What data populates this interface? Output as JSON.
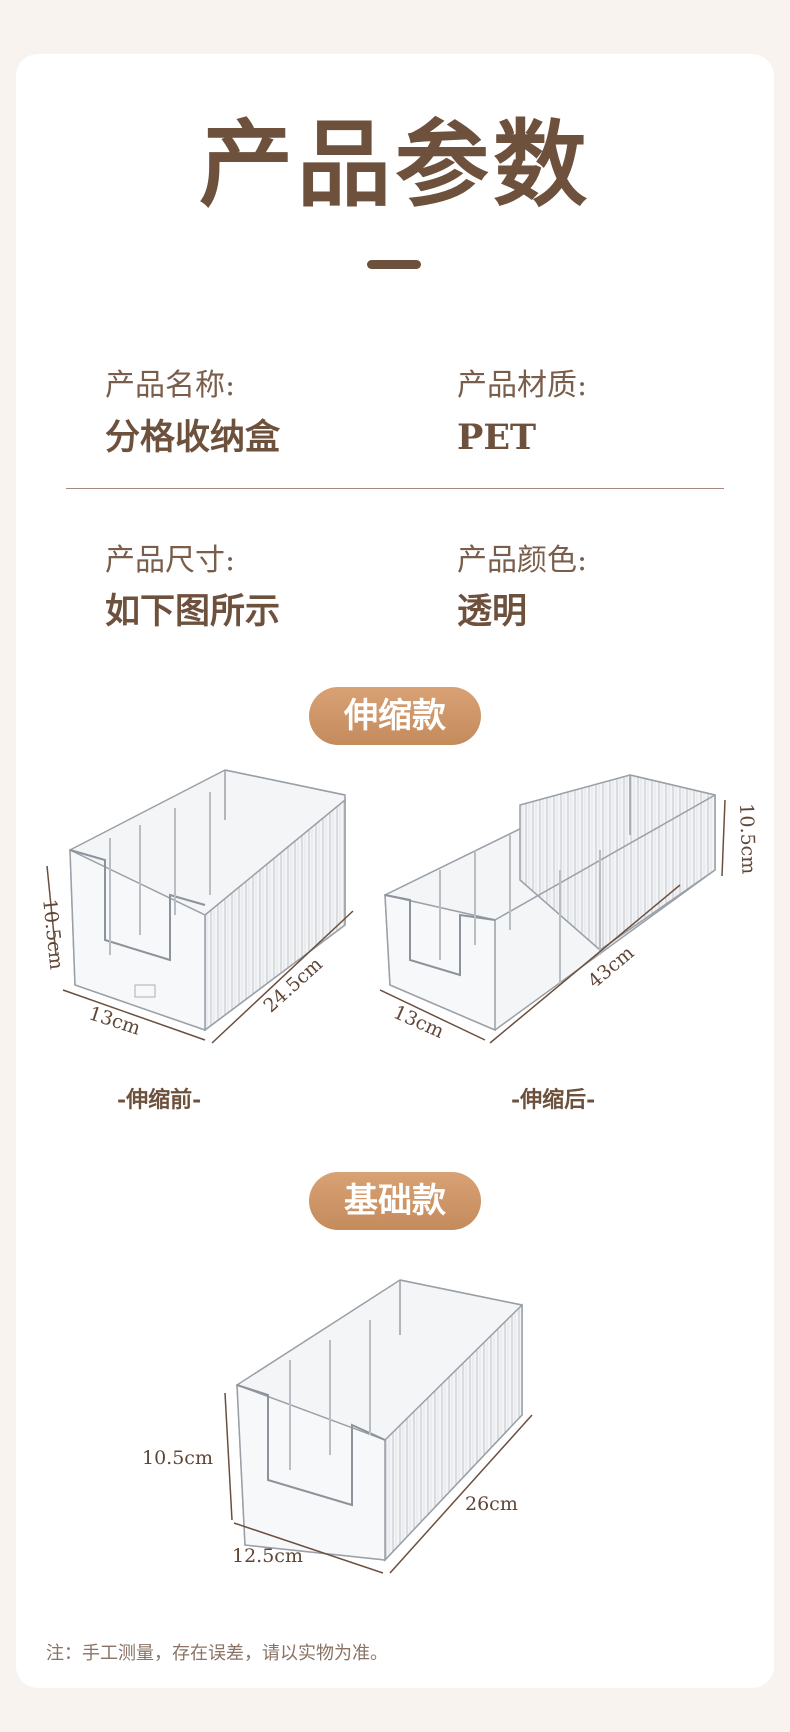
{
  "title": "产品参数",
  "specs": {
    "name_label": "产品名称:",
    "name_value": "分格收纳盒",
    "material_label": "产品材质:",
    "material_value": "PET",
    "size_label": "产品尺寸:",
    "size_value": "如下图所示",
    "color_label": "产品颜色:",
    "color_value": "透明"
  },
  "sections": {
    "telescopic": {
      "badge": "伸缩款",
      "before_caption": "-伸缩前-",
      "after_caption": "-伸缩后-",
      "before": {
        "height": "10.5cm",
        "width": "13cm",
        "length": "24.5cm"
      },
      "after": {
        "height": "10.5cm",
        "width": "13cm",
        "length": "43cm"
      }
    },
    "basic": {
      "badge": "基础款",
      "height": "10.5cm",
      "width": "12.5cm",
      "length": "26cm"
    }
  },
  "note": "注：手工测量，存在误差，请以实物为准。",
  "colors": {
    "accent": "#c9915f",
    "text": "#6e513d",
    "background": "#f8f3ef"
  }
}
